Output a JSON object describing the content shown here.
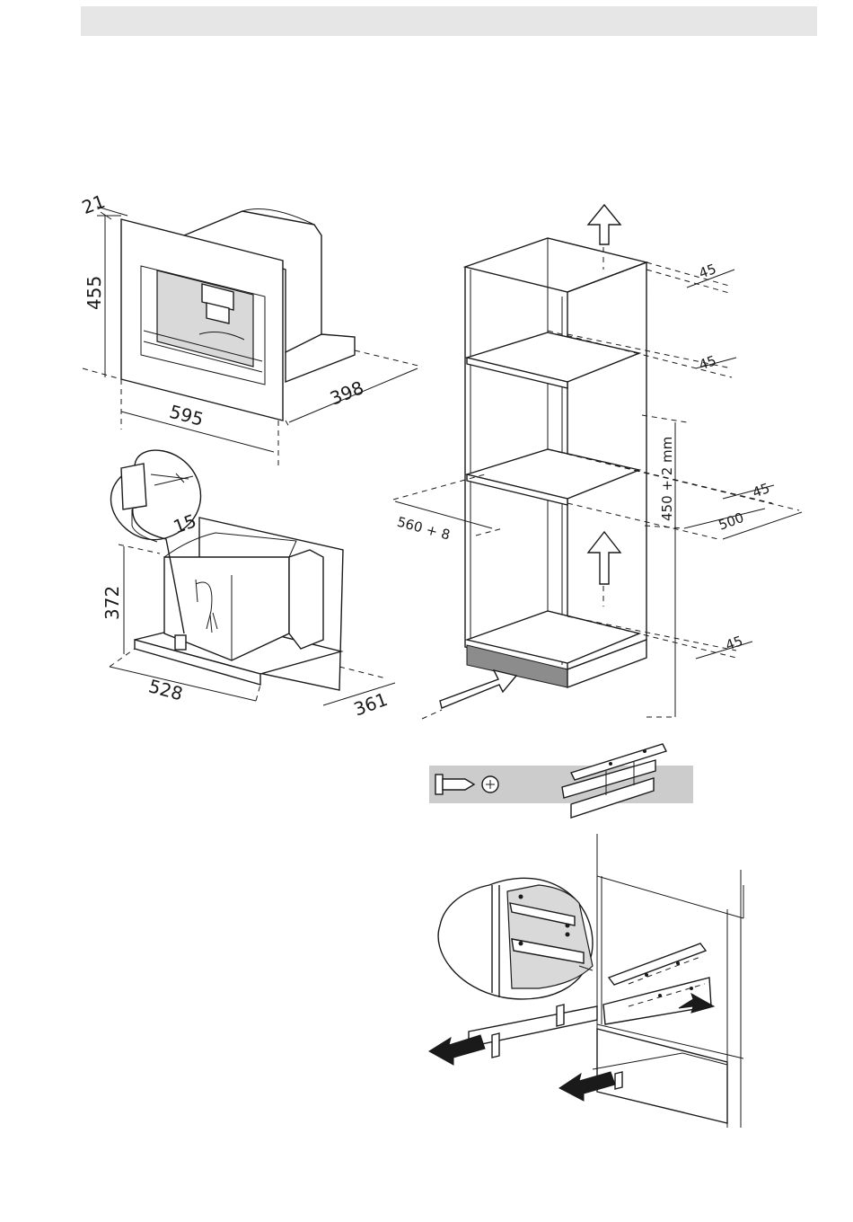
{
  "dimensions": {
    "appliance_front_offset": "21",
    "appliance_height": "455",
    "appliance_depth": "398",
    "appliance_width": "595",
    "cable_offset": "15",
    "body_height": "372",
    "body_width": "528",
    "body_depth": "361",
    "niche_width": "560 + 8",
    "niche_height": "450 + 2 mm",
    "niche_depth": "500",
    "vent_top": "45",
    "vent_upper_shelf": "45",
    "vent_middle_shelf": "45",
    "vent_bottom": "45"
  },
  "colors": {
    "header_bar": "#e6e6e6",
    "parts_panel": "#cccccc",
    "plinth": "#999999",
    "line": "#1a1a1a"
  },
  "icons": [
    "screw-icon",
    "phillips-head-icon",
    "mounting-rail-icon",
    "airflow-arrow-icon",
    "pull-arrow-icon",
    "push-arrow-icon"
  ]
}
